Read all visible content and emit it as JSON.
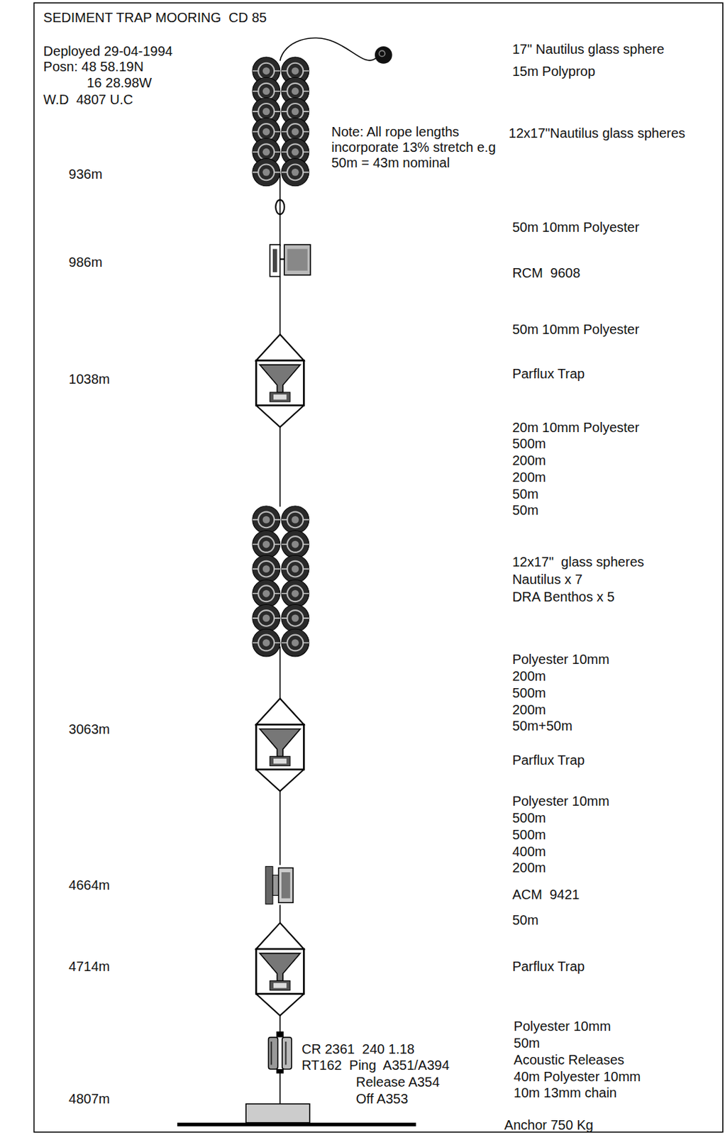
{
  "diagram": {
    "title": "SEDIMENT TRAP MOORING  CD 85",
    "labels": [
      "Deployed 29-04-1994",
      "Posn: 48 58.19N",
      "16 28.98W",
      "W.D  4807 U.C",
      "17\" Nautilus glass sphere",
      "15m Polyprop",
      "Note: All  rope lengths incorporate 13% stretch e.g 50m = 43m nominal",
      "12x17\"Nautilus glass spheres",
      "936m",
      "50m 10mm Polyester",
      "986m",
      "RCM  9608",
      "50m 10mm Polyester",
      "1038m",
      "Parflux Trap",
      "20m 10mm Polyester",
      "500m",
      "200m",
      "200m",
      "50m",
      "50m",
      "12x17\"  glass spheres",
      "Nautilus x 7",
      "DRA Benthos x 5",
      "Polyester 10mm",
      "200m",
      "500m",
      "200m",
      "50m+50m",
      "3063m",
      "Parflux Trap",
      "Polyester 10mm",
      "500m",
      "500m",
      "400m",
      "200m",
      "4664m",
      "ACM  9421",
      "50m",
      "4714m",
      "Parflux Trap",
      "Polyester 10mm",
      "50m",
      "Acoustic Releases",
      "40m Polyester 10mm",
      "10m 13mm chain",
      "CR 2361  240 1.18",
      "RT162  Ping  A351/A394",
      "Release A354",
      "Off A353",
      "4807m",
      "Anchor 750 Kg"
    ]
  }
}
